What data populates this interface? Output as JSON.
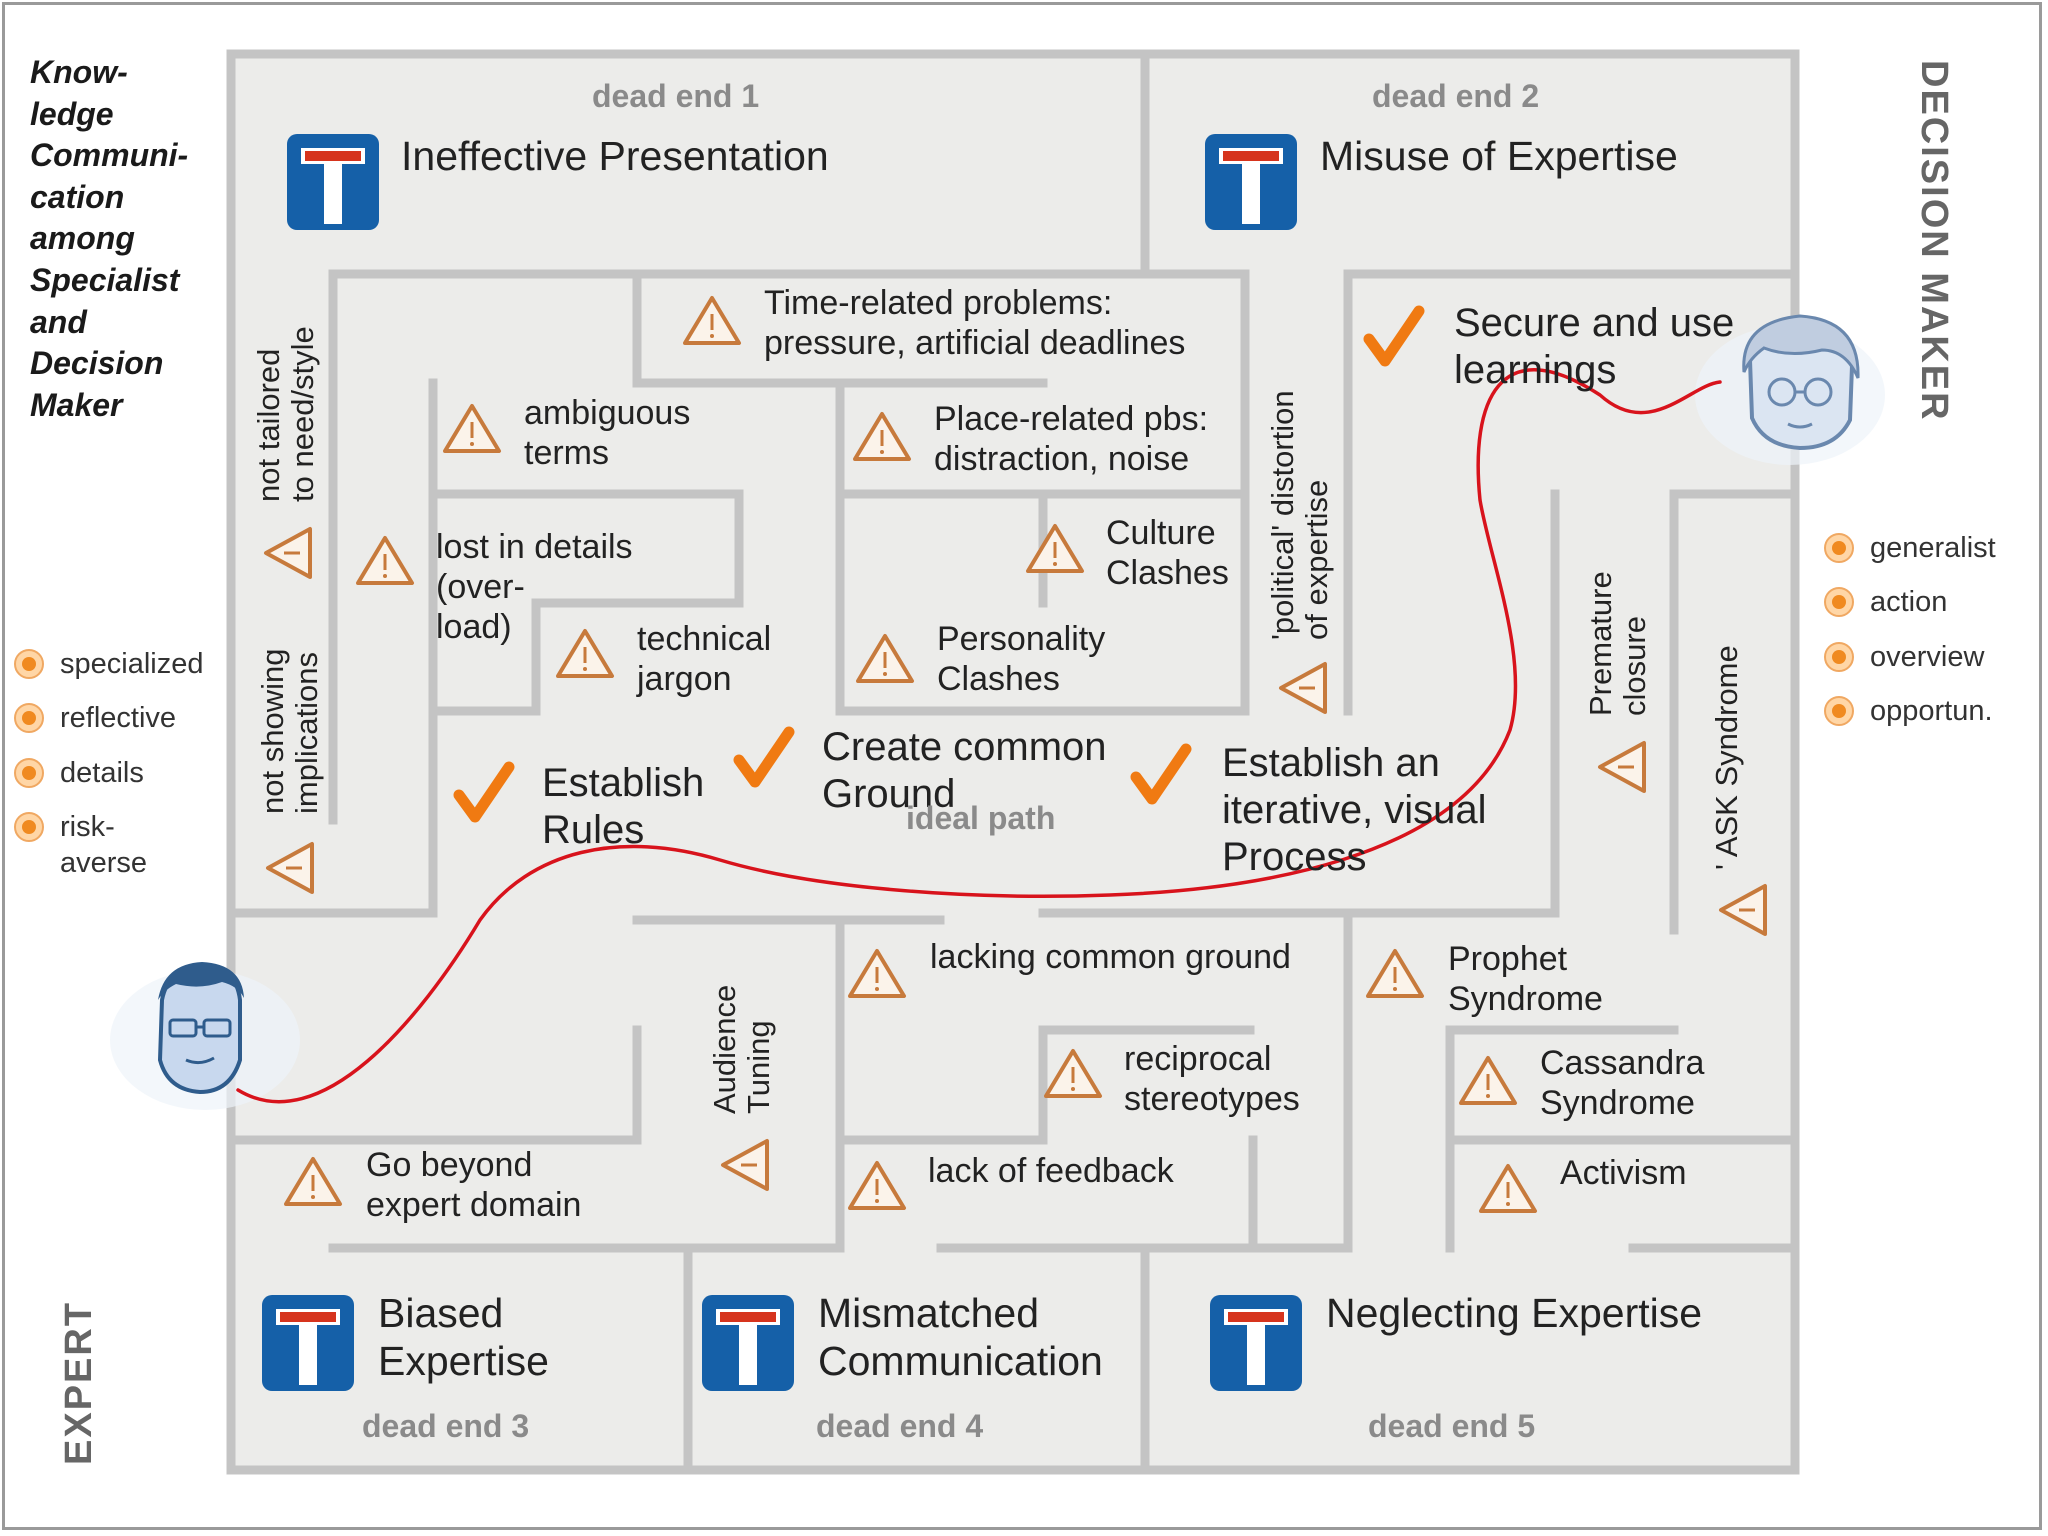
{
  "title_lines": [
    "Know-",
    "ledge",
    "Communi-",
    "cation",
    "among",
    "Specialist",
    "and",
    "Decision",
    "Maker"
  ],
  "roles": {
    "decision_maker": "DECISION MAKER",
    "expert": "EXPERT"
  },
  "legend_expert": [
    {
      "label": "specialized"
    },
    {
      "label": "reflective"
    },
    {
      "label": "details"
    },
    {
      "label": "risk-\naverse"
    }
  ],
  "legend_decision_maker": [
    {
      "label": "generalist"
    },
    {
      "label": "action"
    },
    {
      "label": "overview"
    },
    {
      "label": "opportun."
    }
  ],
  "dead_ends": [
    {
      "label": "dead end 1",
      "title": "Ineffective Presentation"
    },
    {
      "label": "dead end 2",
      "title": "Misuse of Expertise"
    },
    {
      "label": "dead end 3",
      "title": "Biased\nExpertise"
    },
    {
      "label": "dead end 4",
      "title": "Mismatched\nCommunication"
    },
    {
      "label": "dead end 5",
      "title": "Neglecting Expertise"
    }
  ],
  "problems": {
    "time": "Time-related problems:\npressure, artificial deadlines",
    "place": "Place-related pbs:\ndistraction, noise",
    "ambiguous": "ambiguous\nterms",
    "lost": "lost in details\n(over-\nload)",
    "jargon": "technical\njargon",
    "culture": "Culture\nClashes",
    "personality": "Personality\nClashes",
    "lacking_common": "lacking common ground",
    "reciprocal": "reciprocal\nstereotypes",
    "feedback": "lack of feedback",
    "beyond": "Go beyond\nexpert domain",
    "prophet": "Prophet\nSyndrome",
    "cassandra": "Cassandra\nSyndrome",
    "activism": "Activism"
  },
  "vertical_labels": {
    "not_tailored": "not tailored\nto need/style",
    "not_showing": "not showing\nimplications",
    "political": "'political' distortion\nof expertise",
    "premature": "Premature\nclosure",
    "ask": "' ASK Syndrome",
    "audience": "Audience\nTuning"
  },
  "solutions": {
    "rules": "Establish\nRules",
    "common": "Create common\nGround",
    "iterative": "Establish an\niterative, visual\nProcess",
    "secure": "Secure and use\nlearnings"
  },
  "ideal_path": "ideal path",
  "colors": {
    "wall": "#c6c6c6",
    "floor": "#ececea",
    "path": "#d8131c",
    "check": "#f07a12",
    "sign": "#1560a8",
    "warn": "#c87a3a"
  }
}
